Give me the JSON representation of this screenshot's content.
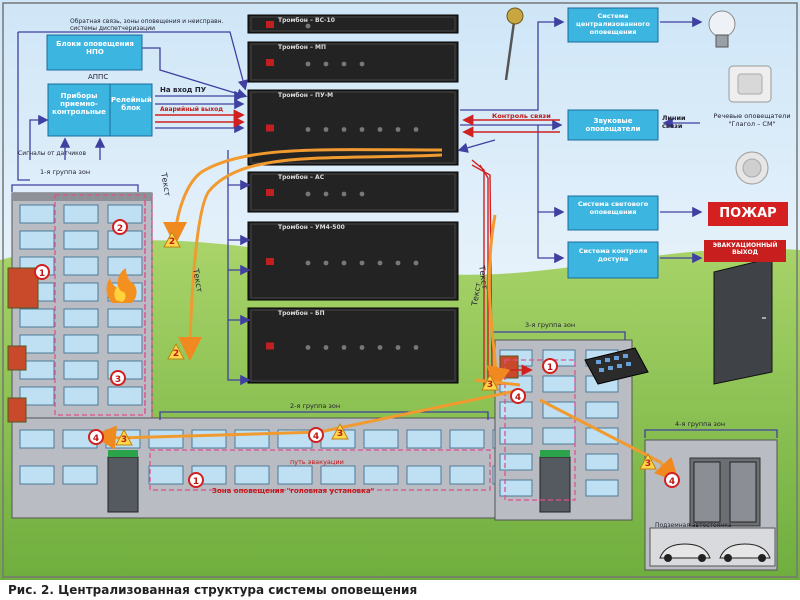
{
  "rack": [
    {
      "name": "Тромбон – ВС-10"
    },
    {
      "name": "Тромбон – МП"
    },
    {
      "name": "Тромбон – ПУ-М"
    },
    {
      "name": "Тромбон – АС"
    },
    {
      "name": "Тромбон – УМ4-500"
    },
    {
      "name": "Тромбон – БП"
    }
  ],
  "left_panel": {
    "feedback_note": "Обратная связь, зоны оповещения и неисправн. системы диспетчеризации",
    "fire_control_box": "Блоки оповещения НПО",
    "system_label": "АППС",
    "receiver_box": "Приборы приемно-контрольные",
    "relay_box": "Релейный блок",
    "sensor_signals": "Сигналы от датчиков",
    "to_input": "На вход ПУ",
    "emergency_box_line": "Аварийный выход",
    "group1": "1-я группа зон",
    "group2": "2-я группа зон",
    "group3": "3-я группа зон",
    "group4": "4-я группа зон",
    "evac_path": "путь эвакуации",
    "zone_label": "Зона оповещения \"головная установка\"",
    "parking": "Подземная автостоянка"
  },
  "right_panel": {
    "box1": "Система централизованного оповещения",
    "box2": "Звуковые оповещатели",
    "box3": "Система светового оповещения",
    "box4": "Система контроля доступа",
    "lines_label": "Линии связи",
    "control_label": "Контроль связи",
    "speakers_label": "Речевые оповещатели \"Глагол – СМ\"",
    "fire_sign": "ПОЖАР",
    "exit_sign": "ЭВАКУАЦИОННЫЙ ВЫХОД"
  },
  "markers": {
    "text_label": "Текст",
    "n1": "1",
    "n2": "2",
    "n3": "3",
    "n4": "4"
  },
  "caption": "Рис. 2. Централизованная структура системы оповещения"
}
